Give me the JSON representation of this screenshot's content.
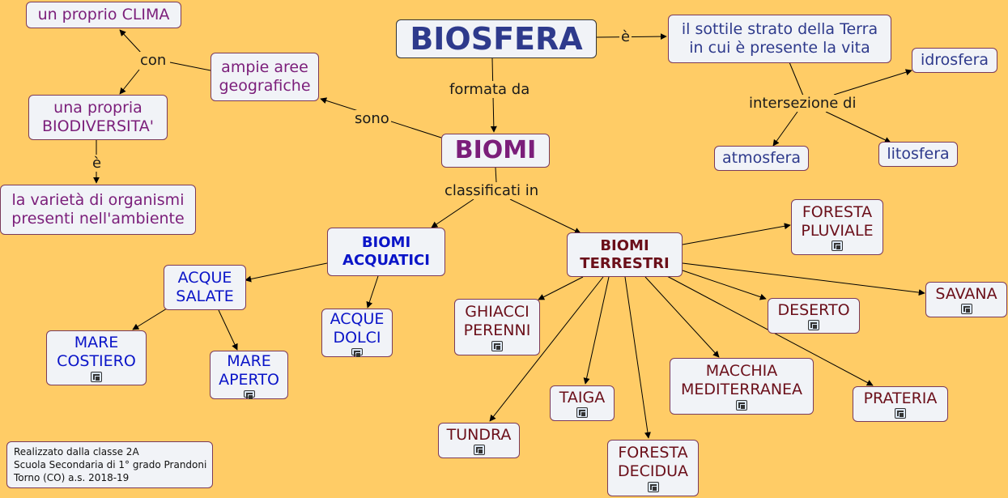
{
  "nodes": {
    "biosfera": "BIOSFERA",
    "biosfera_def": "il sottile strato della Terra\nin cui è presente la vita",
    "idrosfera": "idrosfera",
    "atmosfera": "atmosfera",
    "litosfera": "litosfera",
    "biomi": "BIOMI",
    "ampie_aree": "ampie aree\ngeografiche",
    "clima": "un proprio CLIMA",
    "biodiversita": "una propria\nBIODIVERSITA'",
    "varieta": "la varietà di organismi\npresenti nell'ambiente",
    "biomi_acquatici": "BIOMI\nACQUATICI",
    "biomi_terrestri": "BIOMI\nTERRESTRI",
    "acque_salate": "ACQUE\nSALATE",
    "acque_dolci": "ACQUE\nDOLCI",
    "mare_costiero": "MARE\nCOSTIERO",
    "mare_aperto": "MARE\nAPERTO",
    "foresta_pluviale": "FORESTA\nPLUVIALE",
    "savana": "SAVANA",
    "deserto": "DESERTO",
    "ghiacci_perenni": "GHIACCI\nPERENNI",
    "taiga": "TAIGA",
    "macchia": "MACCHIA\nMEDITERRANEA",
    "prateria": "PRATERIA",
    "tundra": "TUNDRA",
    "foresta_decidua": "FORESTA\nDECIDUA"
  },
  "links": {
    "e_biosfera": "è",
    "intersezione": "intersezione di",
    "formata_da": "formata da",
    "sono": "sono",
    "con": "con",
    "e_biodiv": "è",
    "classificati_in": "classificati in"
  },
  "credit": {
    "line1": "Realizzato dalla classe 2A",
    "line2": "Scuola Secondaria di 1° grado Prandoni",
    "line3": "Torno (CO) a.s. 2018-19"
  },
  "colors": {
    "background": "#FFCC66",
    "node_fill": "#F1F3F7",
    "purple_text": "#7B1E7A",
    "navy_text": "#2E3A8C",
    "blue_text": "#0A14C8",
    "maroon_text": "#6B0F1A"
  }
}
